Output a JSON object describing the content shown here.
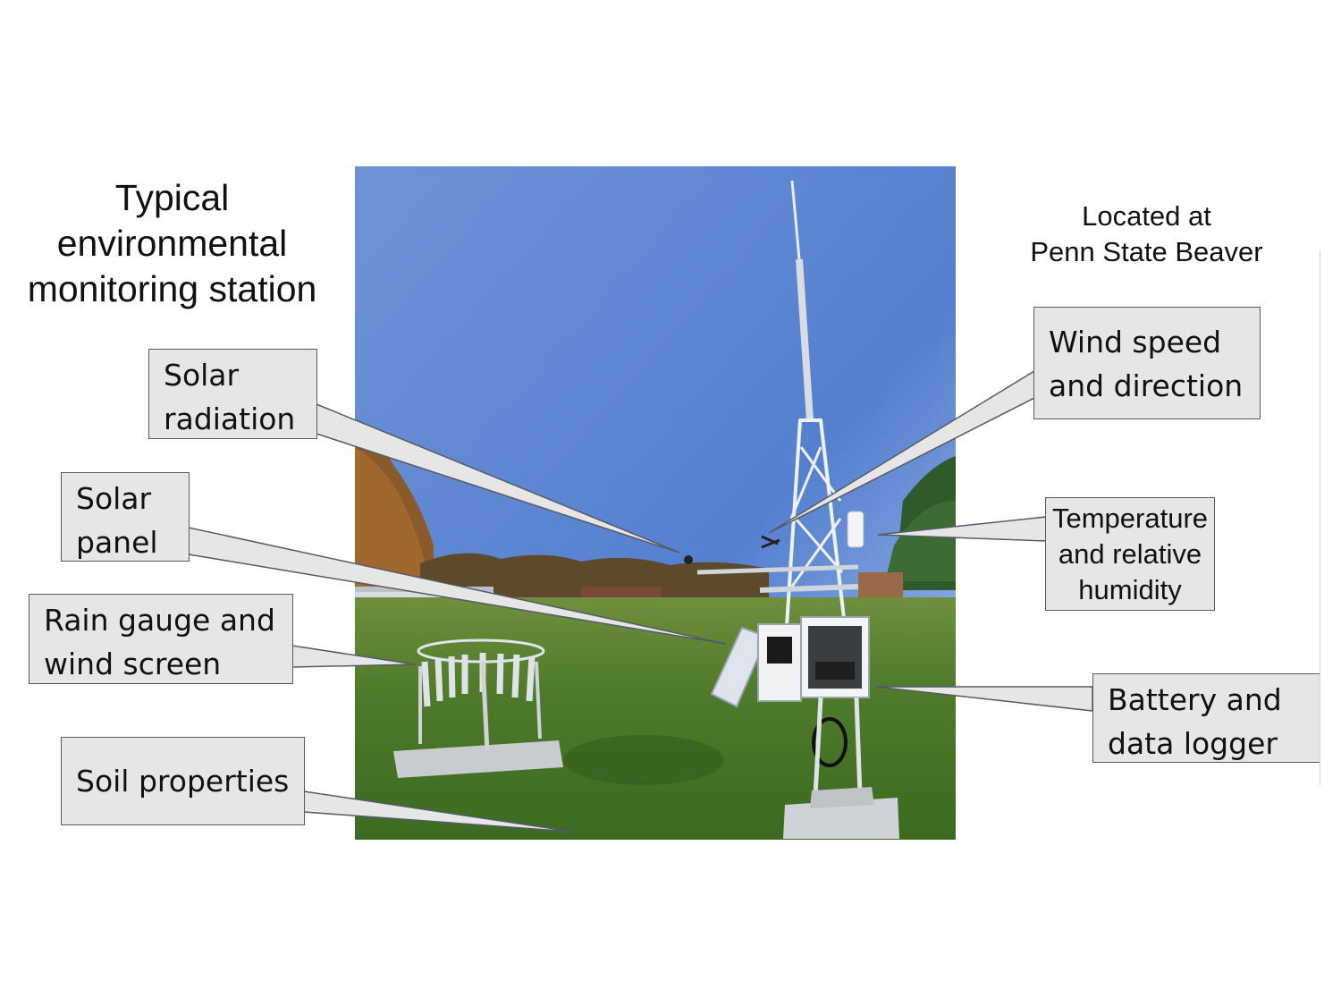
{
  "title": {
    "lines": [
      "Typical",
      "environmental",
      "monitoring station"
    ]
  },
  "location": {
    "lines": [
      "Located at",
      "Penn State Beaver"
    ]
  },
  "callouts": {
    "solar_radiation": [
      "Solar",
      "radiation"
    ],
    "solar_panel": [
      "Solar",
      "panel"
    ],
    "rain_gauge": [
      "Rain gauge and",
      "wind screen"
    ],
    "soil_properties": [
      "Soil properties"
    ],
    "wind": [
      "Wind speed",
      "and direction"
    ],
    "temperature": [
      "Temperature",
      "and relative",
      "humidity"
    ],
    "battery": [
      "Battery and",
      "data logger"
    ]
  },
  "colors": {
    "sky_top": "#5a82cf",
    "sky_bottom": "#9cb7e6",
    "grass": "#4f7a2c",
    "callout_fill": "#e6e6e6",
    "callout_border": "#555b66"
  }
}
